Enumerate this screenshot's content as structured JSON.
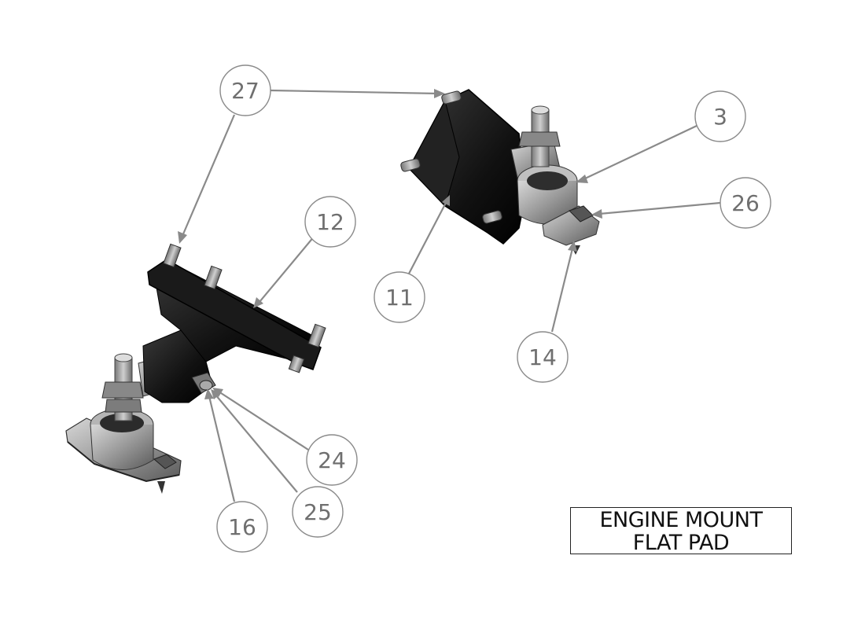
{
  "balloons": {
    "b27": "27",
    "b3": "3",
    "b12": "12",
    "b26": "26",
    "b11": "11",
    "b14": "14",
    "b24": "24",
    "b25": "25",
    "b16": "16"
  },
  "title": {
    "line1": "ENGINE MOUNT",
    "line2": "FLAT PAD"
  },
  "colors": {
    "balloon_stroke": "#8a8a8a",
    "balloon_text": "#6f6f6f",
    "part_dark": "#141414",
    "part_grey": "#8c8c8c"
  }
}
